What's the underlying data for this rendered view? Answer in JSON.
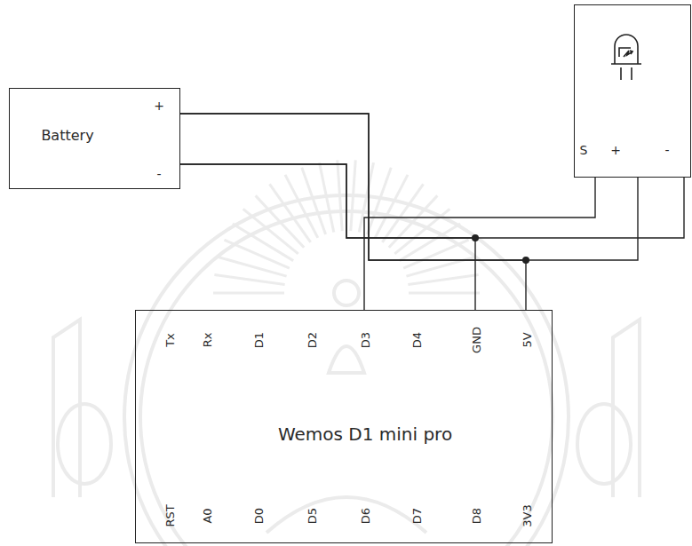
{
  "diagram": {
    "nodes": [
      {
        "text": [
          "Battery",
          "+",
          "-"
        ]
      },
      {
        "text": [
          "S",
          "+",
          "-"
        ]
      },
      {
        "text": [
          "Tx",
          "Rx",
          "D1",
          "D2",
          "D3",
          "D4",
          "GND",
          "5V",
          "Wemos D1 mini pro",
          "RST",
          "A0",
          "D0",
          "D5",
          "D6",
          "D7",
          "D8",
          "3V3"
        ]
      }
    ],
    "edges": [
      {
        "from": 0,
        "to": 1,
        "arrow": "none"
      },
      {
        "from": 0,
        "to": 2,
        "arrow": "none"
      },
      {
        "from": 0,
        "to": 1,
        "arrow": "none"
      },
      {
        "from": 0,
        "to": 2,
        "arrow": "none"
      },
      {
        "from": 1,
        "to": 2,
        "arrow": "none"
      }
    ]
  }
}
